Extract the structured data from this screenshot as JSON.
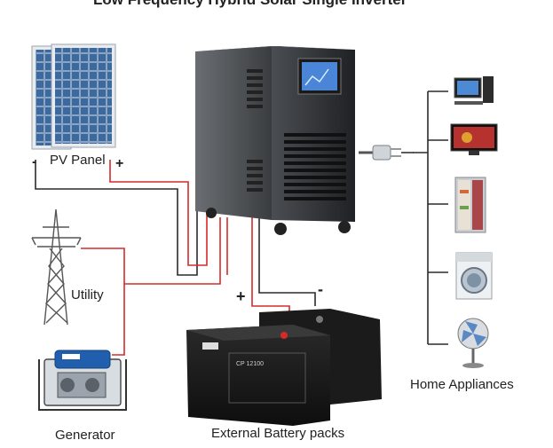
{
  "diagram": {
    "title": "Low Frequency Hybrid Solar Single Inverter",
    "labels": {
      "pv_panel": "PV Panel",
      "utility": "Utility",
      "generator": "Generator",
      "battery": "External Battery packs",
      "appliances": "Home Appliances",
      "plus_pv": "+",
      "minus_pv": "-",
      "plus_batt": "+",
      "minus_batt": "-",
      "battery_model": "CP 12100"
    },
    "icons": [
      "solar-panel",
      "transmission-tower",
      "generator",
      "inverter",
      "battery",
      "power-plug",
      "computer",
      "television",
      "refrigerator",
      "washing-machine",
      "electric-fan"
    ],
    "colors": {
      "positive_wire": "#d62a2a",
      "negative_wire": "#2b2b2b",
      "inverter_body": "#2e3134",
      "panel_blue": "#27486d"
    }
  }
}
